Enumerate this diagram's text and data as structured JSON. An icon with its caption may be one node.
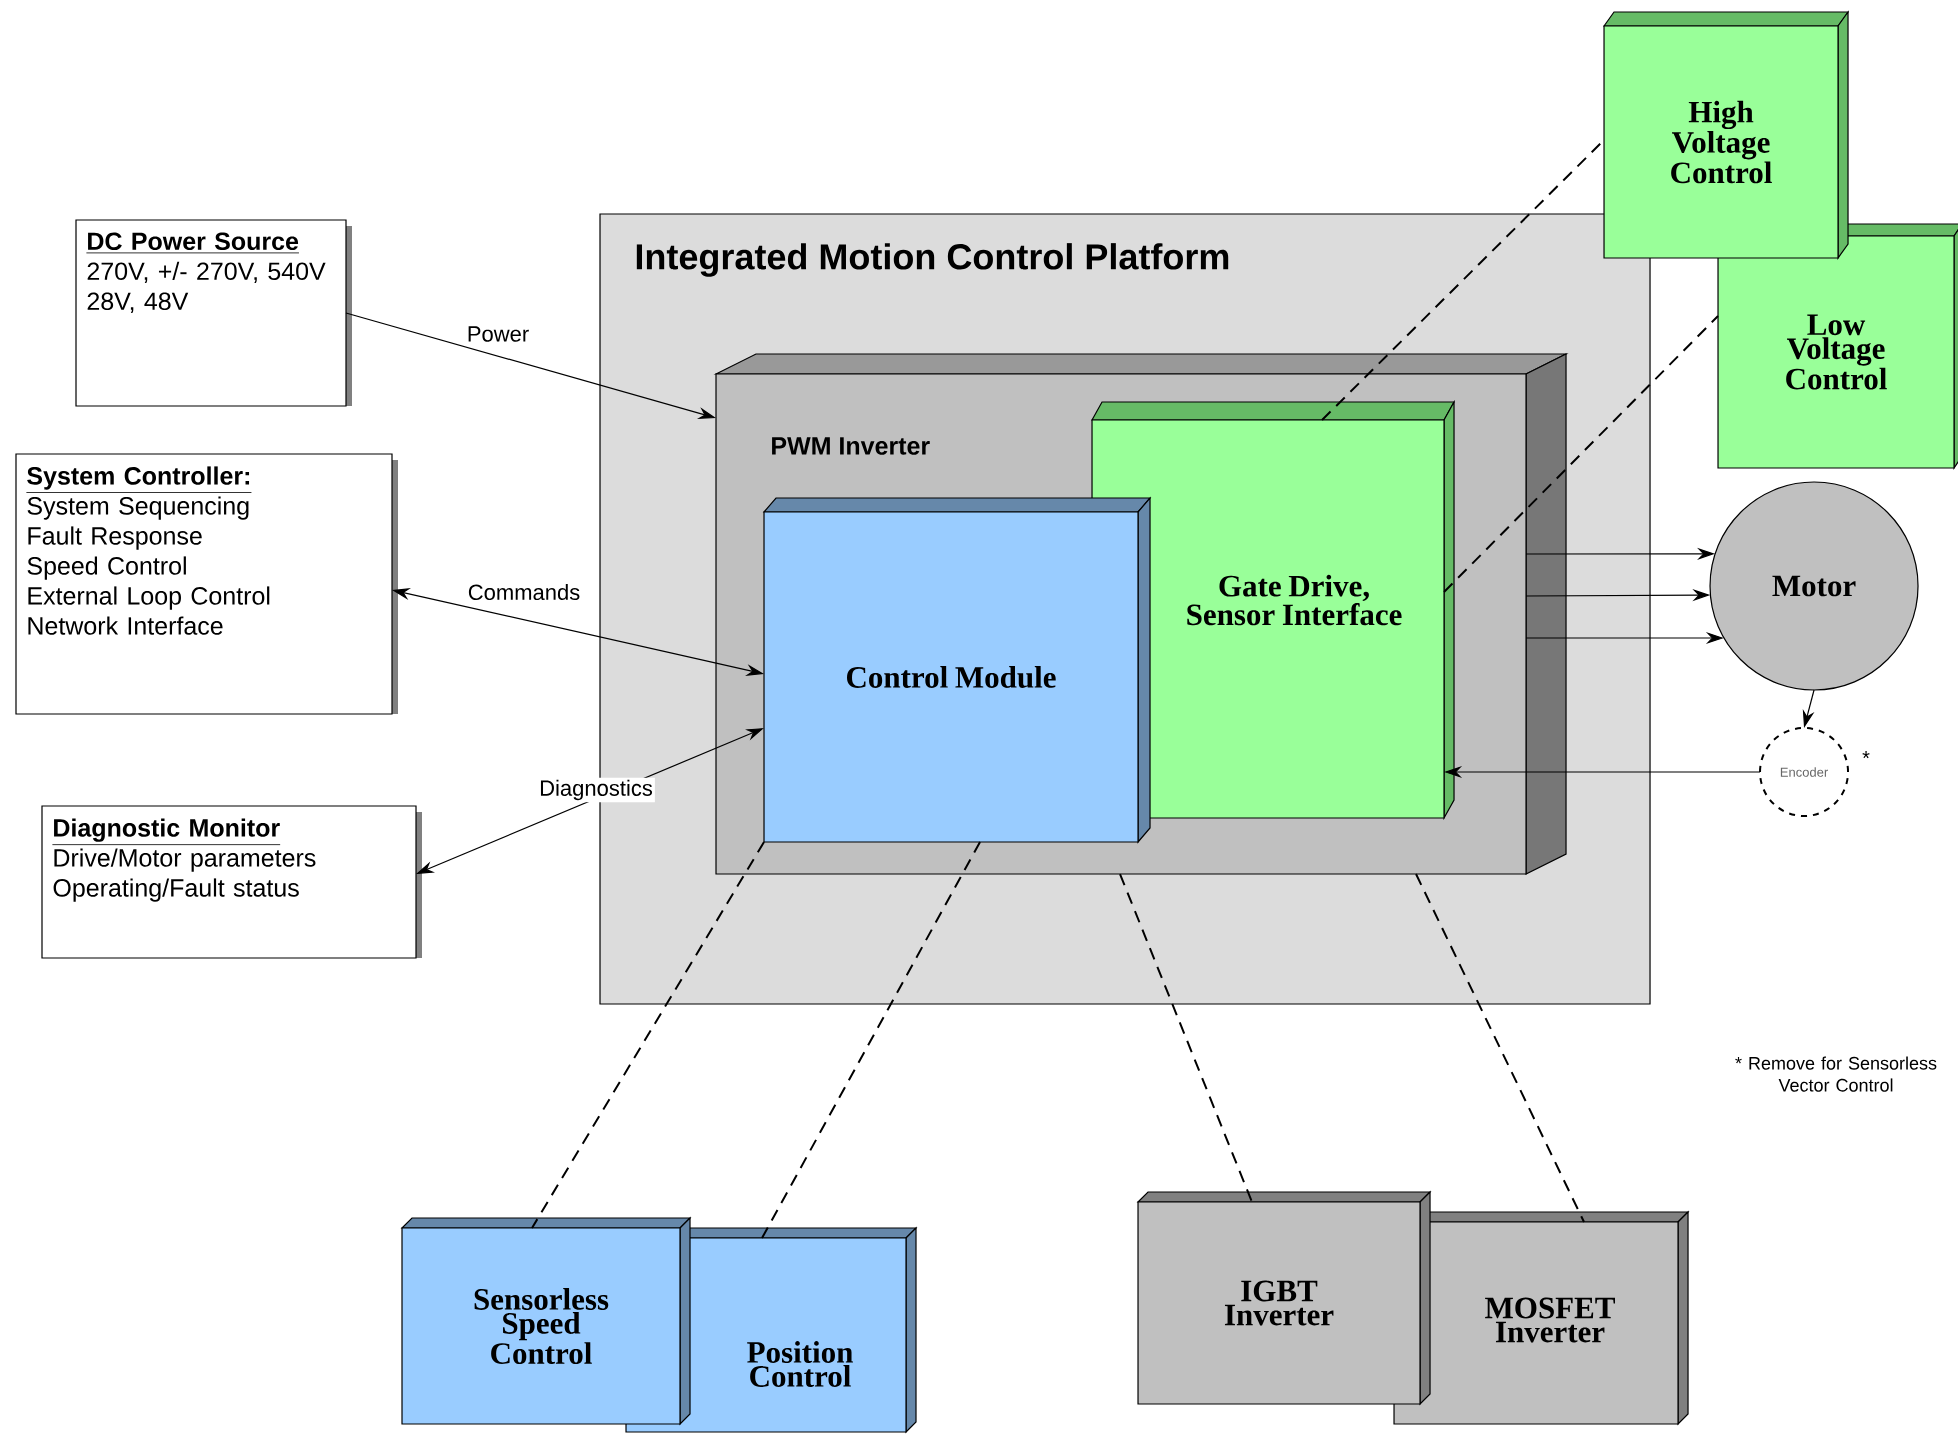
{
  "diagram": {
    "nodes": [
      {
        "text": [
          "DC Power Source",
          "270V, +/- 270V, 540V",
          "28V, 48V"
        ]
      },
      {
        "text": [
          "System Controller:",
          "System Sequencing",
          "Fault Response",
          "Speed Control",
          "External Loop Control",
          "Network Interface"
        ]
      },
      {
        "text": [
          "Diagnostic Monitor",
          "Drive/Motor parameters",
          "Operating/Fault status"
        ]
      },
      {
        "text": [
          "Integrated Motion Control Platform"
        ]
      },
      {
        "text": [
          "PWM Inverter"
        ],
        "in": 3
      },
      {
        "text": [
          "Gate Drive, Sensor Interface"
        ],
        "in": 4
      },
      {
        "text": [
          "Control Module"
        ],
        "in": 4
      },
      {
        "text": [
          "High Voltage Control"
        ]
      },
      {
        "text": [
          "Low Voltage Control"
        ]
      },
      {
        "text": [
          "Motor"
        ]
      },
      {
        "text": [
          "Encoder"
        ],
        "beside": [
          "*"
        ]
      },
      {
        "text": [
          "Sensorless Speed Control"
        ]
      },
      {
        "text": [
          "Position Control"
        ]
      },
      {
        "text": [
          "IGBT Inverter"
        ]
      },
      {
        "text": [
          "MOSFET Inverter"
        ]
      }
    ],
    "edges": [
      {
        "from": 0,
        "to": 4,
        "arrow": "to",
        "label": "Power"
      },
      {
        "from": 1,
        "to": 6,
        "arrow": "both",
        "label": "Commands"
      },
      {
        "from": 2,
        "to": 6,
        "arrow": "both",
        "label": "Diagnostics"
      },
      {
        "from": 4,
        "to": 9,
        "arrow": "to"
      },
      {
        "from": 4,
        "to": 9,
        "arrow": "to"
      },
      {
        "from": 4,
        "to": 9,
        "arrow": "to"
      },
      {
        "from": 9,
        "to": 10,
        "arrow": "to"
      },
      {
        "from": 10,
        "to": 5,
        "arrow": "to"
      },
      {
        "from": 5,
        "to": 7,
        "arrow": "none",
        "style": "dashed"
      },
      {
        "from": 5,
        "to": 8,
        "arrow": "none",
        "style": "dashed"
      },
      {
        "from": 6,
        "to": 11,
        "arrow": "none",
        "style": "dashed"
      },
      {
        "from": 6,
        "to": 12,
        "arrow": "none",
        "style": "dashed"
      },
      {
        "from": 4,
        "to": 13,
        "arrow": "none",
        "style": "dashed"
      },
      {
        "from": 4,
        "to": 14,
        "arrow": "none",
        "style": "dashed"
      }
    ],
    "labels": [
      "* Remove for Sensorless Vector Control"
    ]
  }
}
